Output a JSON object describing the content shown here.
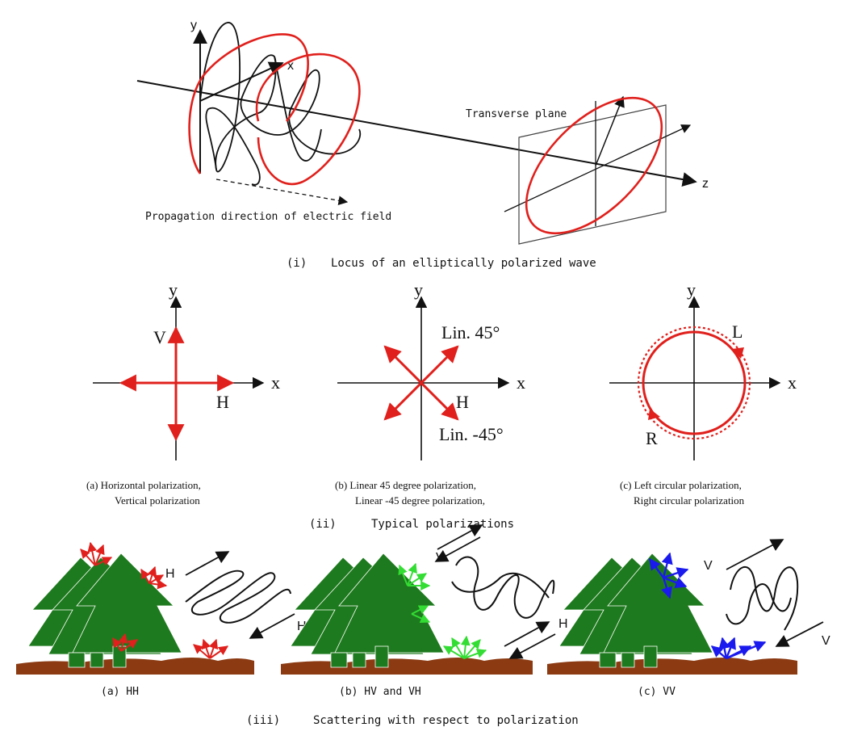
{
  "section_i": {
    "axis_y": "y",
    "axis_x": "x",
    "axis_z": "z",
    "transverse_label": "Transverse plane",
    "propagation_label": "Propagation direction of electric field",
    "caption_num": "(i)",
    "caption_text": "Locus of an elliptically polarized wave"
  },
  "section_ii": {
    "panel_a": {
      "axis_y": "y",
      "axis_x": "x",
      "label_v": "V",
      "label_h": "H",
      "caption_line1": "(a) Horizontal polarization,",
      "caption_line2": "Vertical polarization"
    },
    "panel_b": {
      "axis_y": "y",
      "axis_x": "x",
      "label_lin45": "Lin. 45°",
      "label_h": "H",
      "label_linm45": "Lin. -45°",
      "caption_line1": "(b) Linear 45 degree polarization,",
      "caption_line2": "Linear -45 degree polarization,"
    },
    "panel_c": {
      "axis_y": "y",
      "axis_x": "x",
      "label_l": "L",
      "label_r": "R",
      "caption_line1": "(c) Left circular polarization,",
      "caption_line2": "Right circular polarization"
    },
    "caption_num": "(ii)",
    "caption_text": "Typical polarizations"
  },
  "section_iii": {
    "panel_a": {
      "wave_label_1": "H",
      "wave_label_2": "H",
      "caption": "(a) HH",
      "arrow_color": "#e0201c"
    },
    "panel_b": {
      "wave_label_1": "V",
      "wave_label_2": "H",
      "caption": "(b) HV and VH",
      "arrow_color": "#33dd33"
    },
    "panel_c": {
      "wave_label_1": "V",
      "wave_label_2": "V",
      "caption": "(c) VV",
      "arrow_color": "#1a1aee"
    },
    "caption_num": "(iii)",
    "caption_text": "Scattering with respect to polarization"
  },
  "colors": {
    "wave_red": "#e0201c",
    "tree_green": "#1e7a1e",
    "ground_brown": "#8b3a12"
  }
}
